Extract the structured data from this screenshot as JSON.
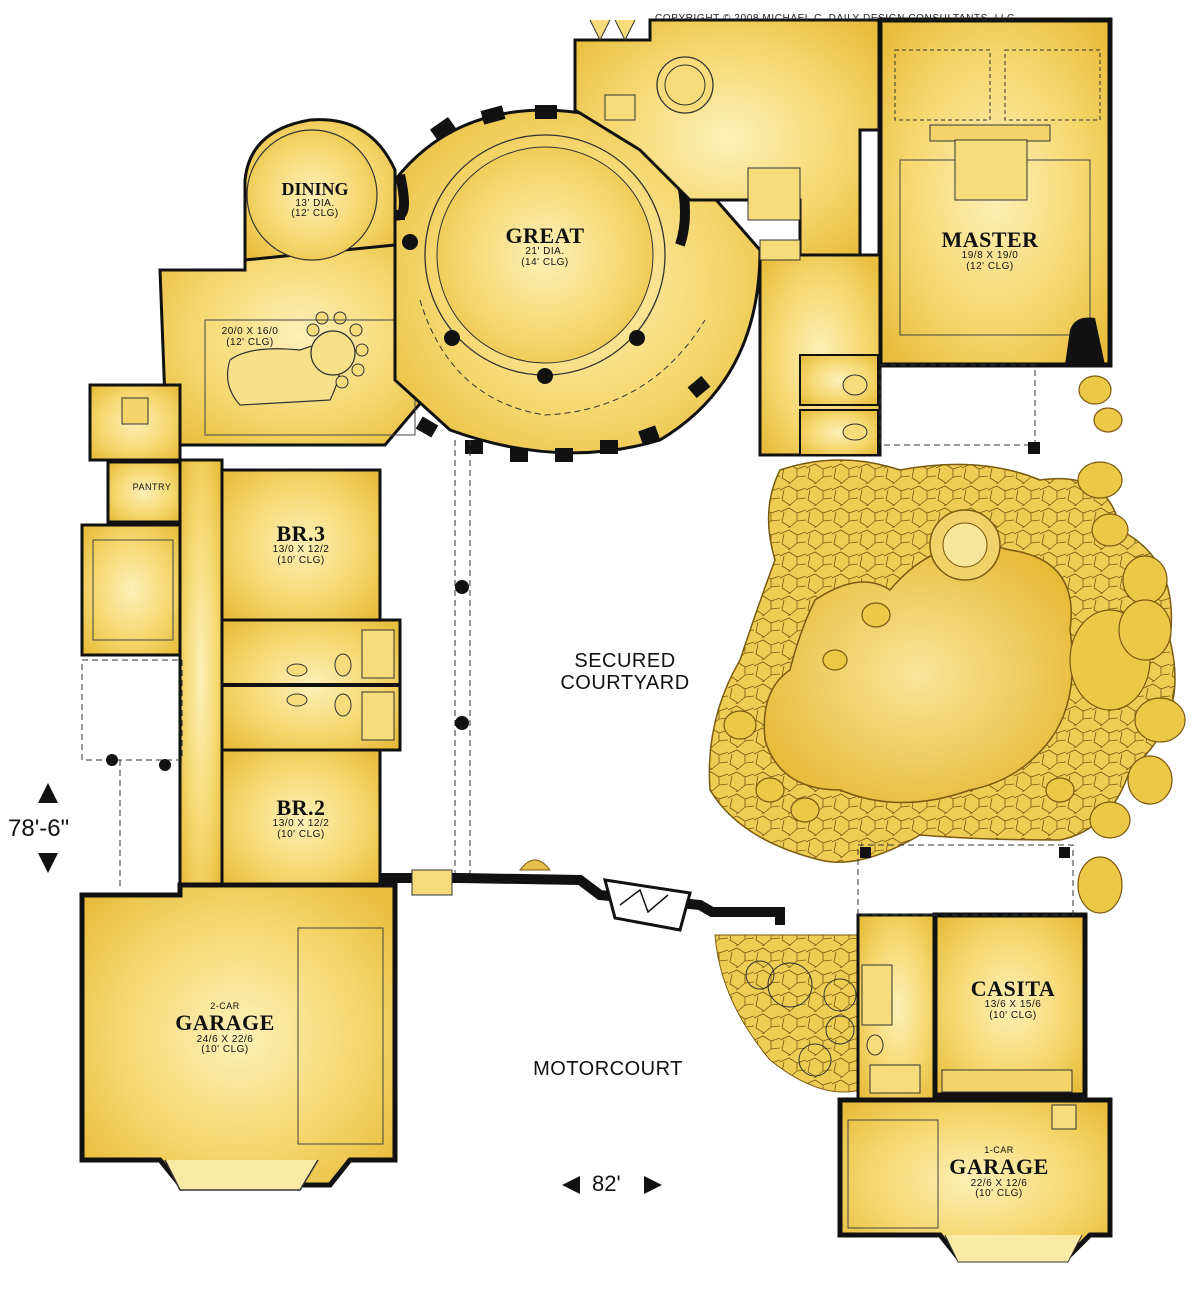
{
  "copyright": "COPYRIGHT © 2008 MICHAEL C. DAILY DESIGN CONSULTANTS, LLC",
  "rooms": {
    "dining": {
      "name": "DINING",
      "size": "13' DIA.",
      "ceiling": "(12' CLG)"
    },
    "great": {
      "name": "GREAT",
      "size": "21' DIA.",
      "ceiling": "(14' CLG)"
    },
    "master": {
      "name": "MASTER",
      "size": "19/8 X 19/0",
      "ceiling": "(12' CLG)"
    },
    "kitchen": {
      "size": "20/0 X 16/0",
      "ceiling": "(12' CLG)"
    },
    "pantry": {
      "name": "PANTRY"
    },
    "br3": {
      "name": "BR.3",
      "size": "13/0 X 12/2",
      "ceiling": "(10' CLG)"
    },
    "br2": {
      "name": "BR.2",
      "size": "13/0 X 12/2",
      "ceiling": "(10' CLG)"
    },
    "garage2": {
      "prefix": "2-CAR",
      "name": "GARAGE",
      "size": "24/6 X 22/6",
      "ceiling": "(10' CLG)"
    },
    "casita": {
      "name": "CASITA",
      "size": "13/6 X 15/6",
      "ceiling": "(10' CLG)"
    },
    "garage1": {
      "prefix": "1-CAR",
      "name": "GARAGE",
      "size": "22/6 X 12/6",
      "ceiling": "(10' CLG)"
    }
  },
  "areas": {
    "courtyard_line1": "SECURED",
    "courtyard_line2": "COURTYARD",
    "motorcourt": "MOTORCOURT"
  },
  "dimensions": {
    "depth": "78'-6\"",
    "width": "82'"
  },
  "colors": {
    "floor": "#f2cf5a",
    "floor_light": "#fbe9a6",
    "wall": "#111111",
    "pool": "#ecc23a",
    "stone": "#e3be43",
    "background": "#ffffff"
  }
}
